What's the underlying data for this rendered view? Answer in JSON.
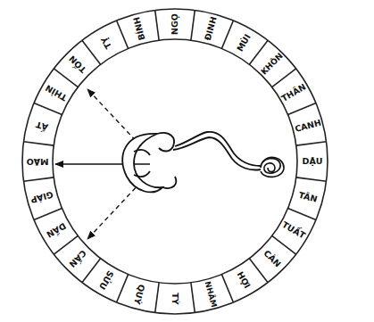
{
  "diagram": {
    "labels": [
      "NGỌ",
      "ĐINH",
      "MÙI",
      "KHÔN",
      "THÂN",
      "CANH",
      "DẬU",
      "TÂN",
      "TUẤT",
      "CÀN",
      "HỢI",
      "NHÂM",
      "TÝ",
      "QUÝ",
      "SỬU",
      "CẤN",
      "DẦN",
      "GIÁP",
      "MÃO",
      "ẤT",
      "THÌN",
      "TỐN",
      "TỴ",
      "BÍNH"
    ]
  }
}
